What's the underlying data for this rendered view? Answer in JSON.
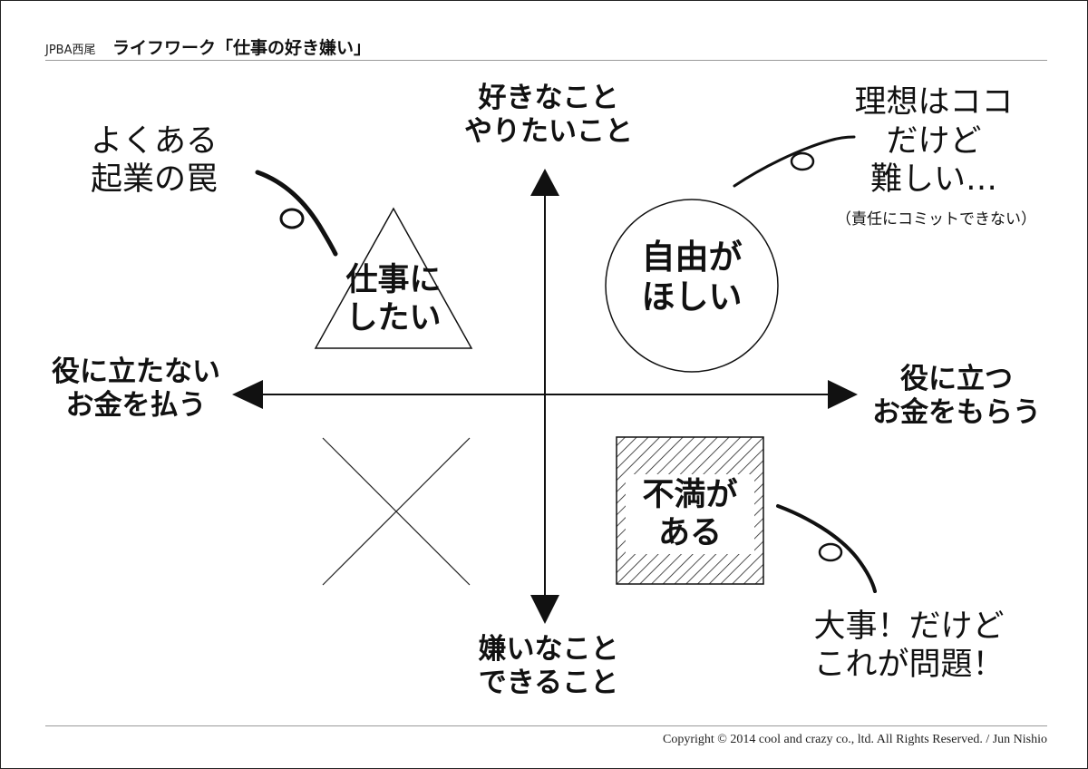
{
  "header": {
    "org": "JPBA西尾",
    "title": "ライフワーク「仕事の好き嫌い」"
  },
  "axes": {
    "top": "好きなこと\nやりたいこと",
    "bottom": "嫌いなこと\nできること",
    "left": "役に立たない\nお金を払う",
    "right": "役に立つ\nお金をもらう"
  },
  "quadrants": {
    "top_left_shape_label": "仕事に\nしたい",
    "top_right_shape_label": "自由が\nほしい",
    "bottom_right_shape_label": "不満が\nある"
  },
  "callouts": {
    "top_left": "よくある\n起業の罠",
    "top_right_main": "理想はココ\nだけど\n難しい…",
    "top_right_note": "（責任にコミットできない）",
    "bottom_right": "大事！だけど\nこれが問題！"
  },
  "footer": {
    "copyright": "Copyright © 2014 cool and crazy co., ltd. All Rights Reserved. / Jun Nishio"
  }
}
